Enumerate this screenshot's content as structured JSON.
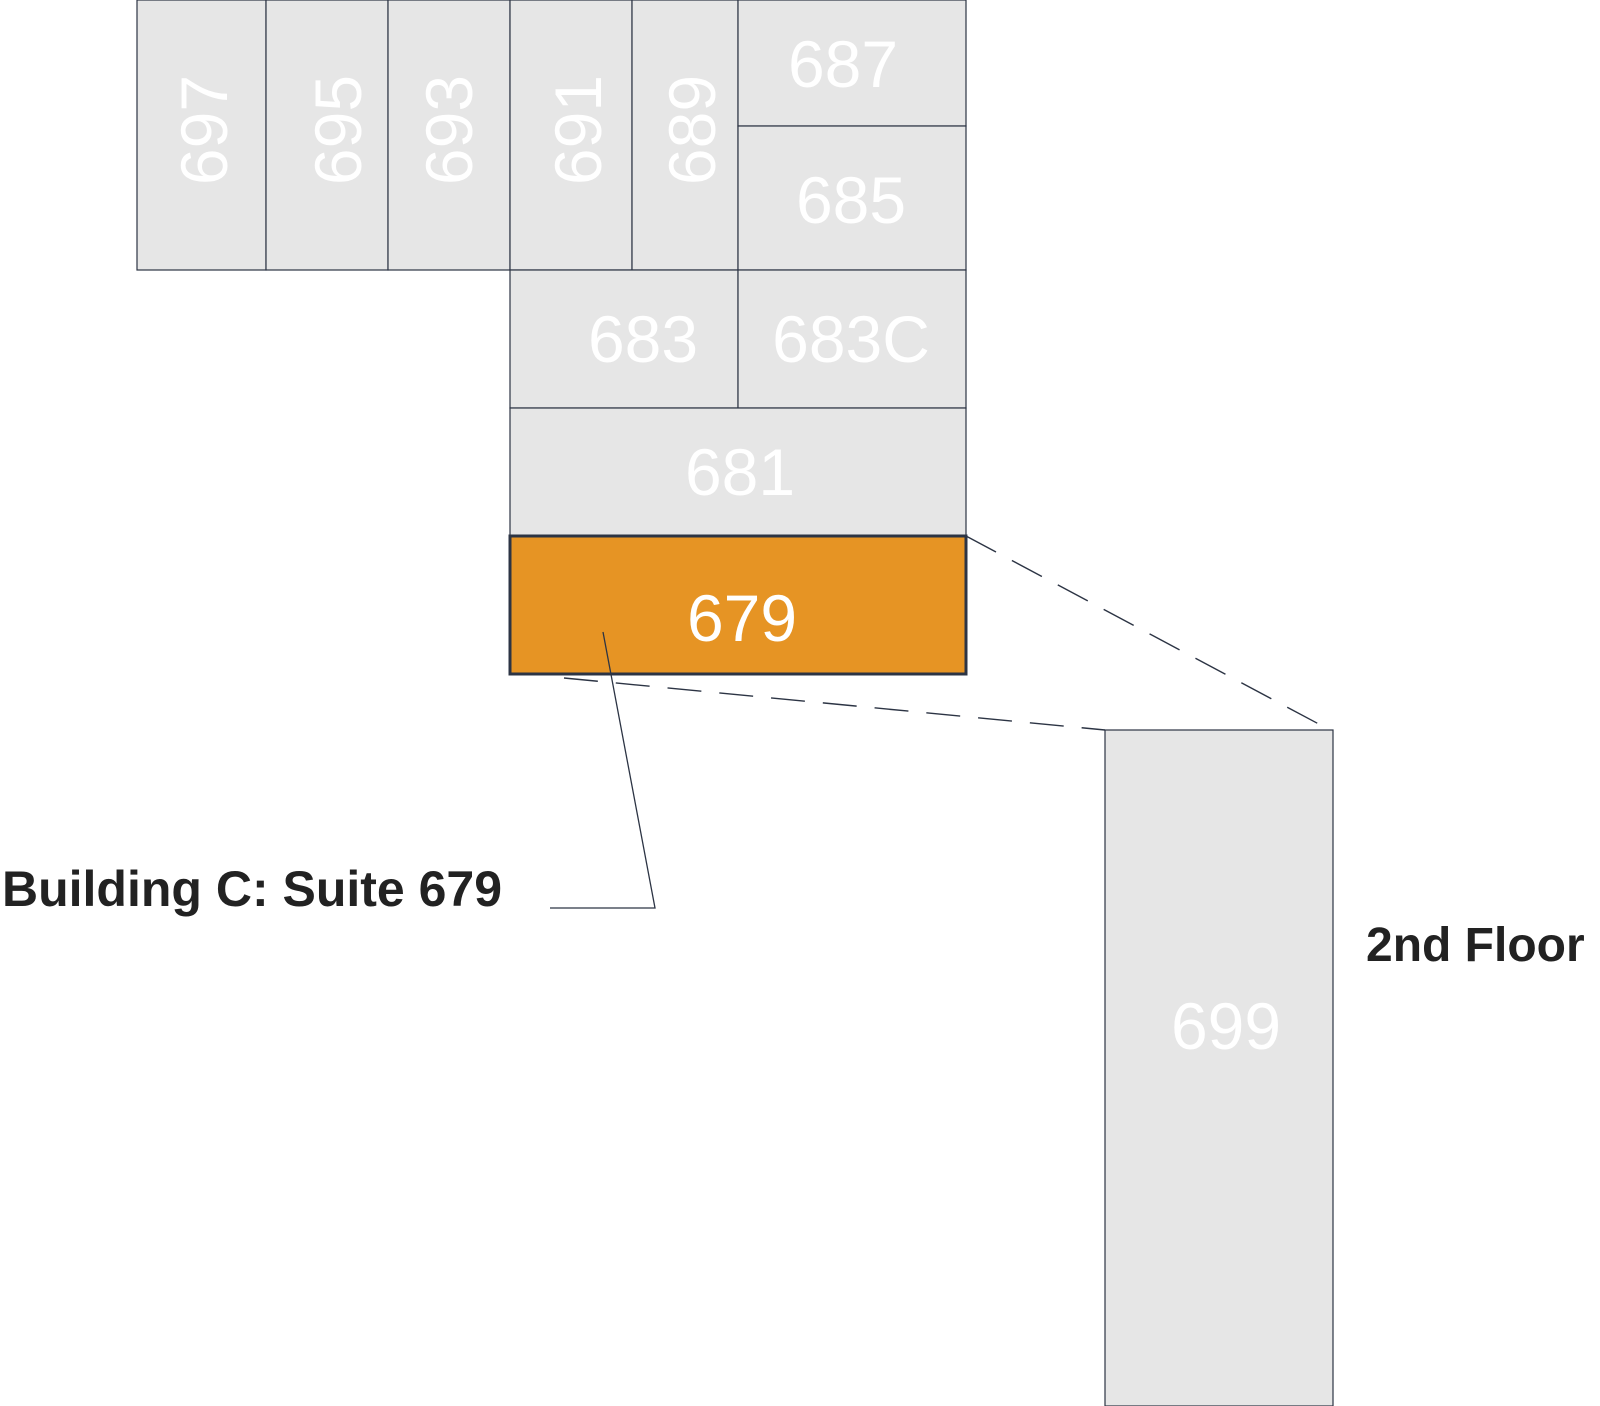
{
  "suites": [
    {
      "id": "697"
    },
    {
      "id": "695"
    },
    {
      "id": "693"
    },
    {
      "id": "691"
    },
    {
      "id": "689"
    },
    {
      "id": "687"
    },
    {
      "id": "685"
    },
    {
      "id": "683"
    },
    {
      "id": "683C"
    },
    {
      "id": "681"
    },
    {
      "id": "679",
      "highlighted": true
    },
    {
      "id": "699"
    }
  ],
  "callout": {
    "label": "Building C: Suite 679"
  },
  "floor": {
    "label": "2nd Floor"
  },
  "colors": {
    "suite_fill": "#e6e6e6",
    "highlight_fill": "#e69424",
    "outline": "#2c3444",
    "suite_text": "#ffffff",
    "label_text": "#222222"
  }
}
